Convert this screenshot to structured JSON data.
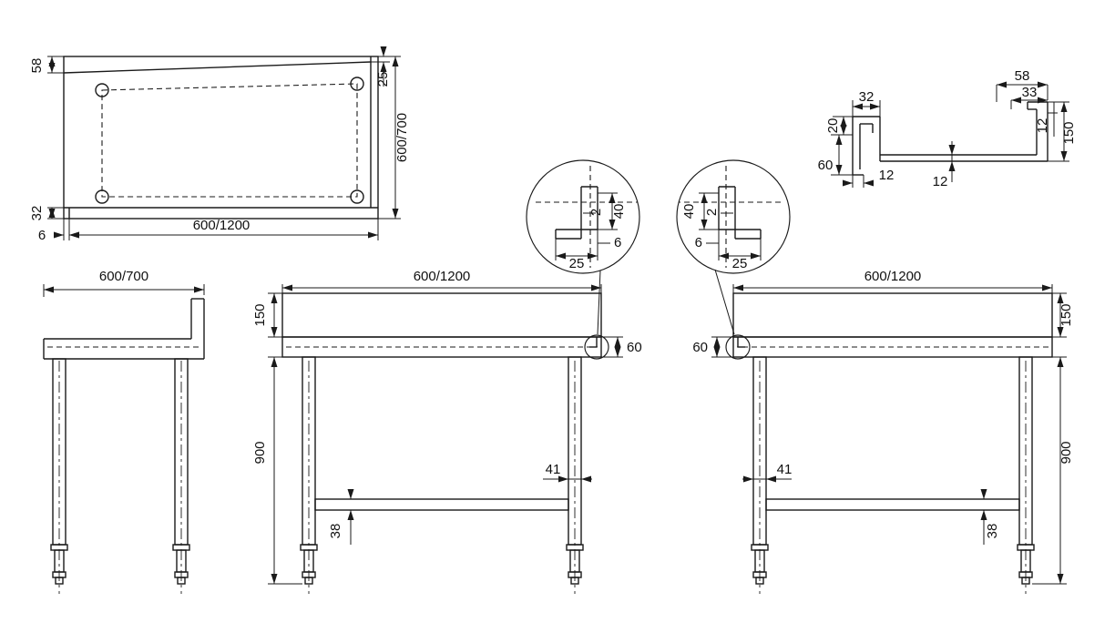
{
  "colors": {
    "line": "#1a1a1a",
    "text": "#111111",
    "background": "#ffffff"
  },
  "plan_view": {
    "dim_fold_left": "58",
    "dim_fold_right": "25",
    "dim_depth": "600/700",
    "dim_rear_channel": "32",
    "dim_edge": "6",
    "dim_length": "600/1200"
  },
  "edge_profile": {
    "dim_top_fold": "32",
    "dim_return": "20",
    "dim_edge_height": "60",
    "dim_hem_front": "12",
    "dim_thickness": "12",
    "dim_cap_outer": "58",
    "dim_cap_inner": "33",
    "dim_cap_height": "12",
    "dim_splash_height": "150"
  },
  "detail_left": {
    "dim_gap": "2",
    "dim_height": "40",
    "dim_width": "25",
    "dim_radius": "6"
  },
  "detail_right": {
    "dim_gap": "2",
    "dim_height": "40",
    "dim_width": "25",
    "dim_radius": "6"
  },
  "side_view": {
    "dim_depth": "600/700"
  },
  "front_view": {
    "dim_length": "600/1200",
    "dim_splash": "150",
    "dim_height": "900",
    "dim_leg": "41",
    "dim_brace": "38",
    "dim_edge": "60"
  },
  "front_view_mirrored": {
    "dim_length": "600/1200",
    "dim_splash": "150",
    "dim_height": "900",
    "dim_leg": "41",
    "dim_brace": "38",
    "dim_edge": "60"
  }
}
